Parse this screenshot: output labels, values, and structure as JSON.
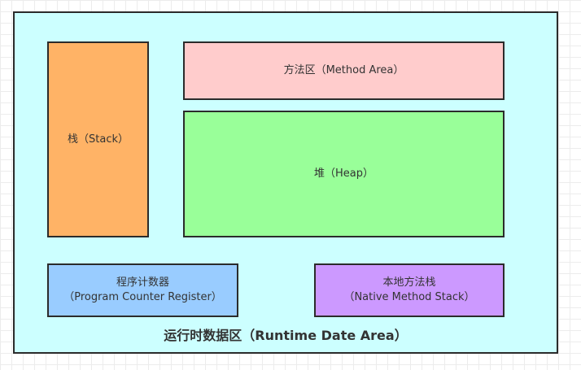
{
  "diagram": {
    "container_label": "运行时数据区（Runtime Date Area）",
    "stack": {
      "label": "栈（Stack）"
    },
    "method_area": {
      "label": "方法区（Method Area）"
    },
    "heap": {
      "label": "堆（Heap）"
    },
    "program_counter": {
      "label_line1": "程序计数器",
      "label_line2": "（Program Counter Register）"
    },
    "native_stack": {
      "label_line1": "本地方法栈",
      "label_line2": "（Native Method Stack）"
    }
  },
  "colors": {
    "container": "#ccffff",
    "stack": "#ffb366",
    "method_area": "#ffcccc",
    "heap": "#99ff99",
    "program_counter": "#99ccff",
    "native_stack": "#cc99ff",
    "border": "#2b2b2b"
  }
}
